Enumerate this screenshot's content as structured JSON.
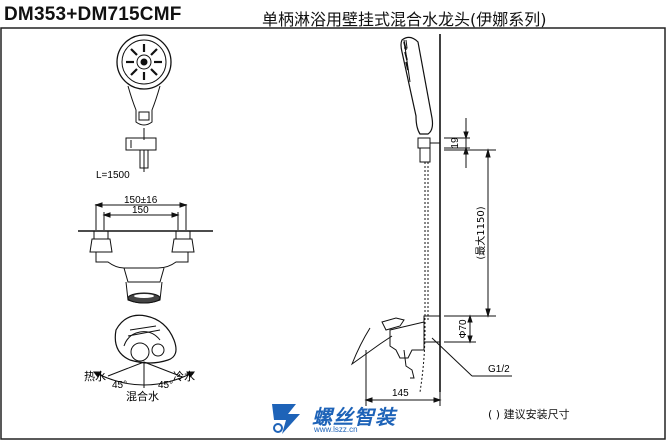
{
  "header": {
    "model": "DM353+DM715CMF",
    "product_name": "单柄淋浴用壁挂式混合水龙头(伊娜系列)"
  },
  "front_view": {
    "hose_length_label": "L=1500",
    "dim_outer": "150±16",
    "dim_inner": "150",
    "hot_label": "热水",
    "cold_label": "冷水",
    "mix_label": "混合水",
    "angle_left": "45°",
    "angle_right": "45°"
  },
  "side_view": {
    "dim_19": "19",
    "dim_max_height": "(最大1150)",
    "dim_diameter": "Φ70",
    "thread_label": "G1/2",
    "dim_depth": "145"
  },
  "footer": {
    "note": "( ) 建议安装尺寸",
    "logo_text": "螺丝智装",
    "logo_url": "www.lszz.cn"
  }
}
